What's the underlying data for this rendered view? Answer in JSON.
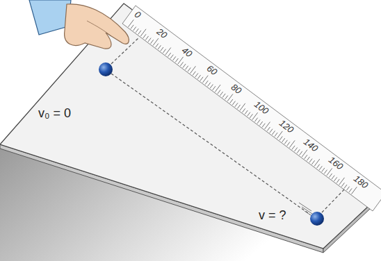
{
  "diagram": {
    "labels": [
      "0",
      "20",
      "40",
      "60",
      "80",
      "100",
      "120",
      "140",
      "160",
      "180",
      "v₀ = 0",
      "v = ?"
    ]
  }
}
